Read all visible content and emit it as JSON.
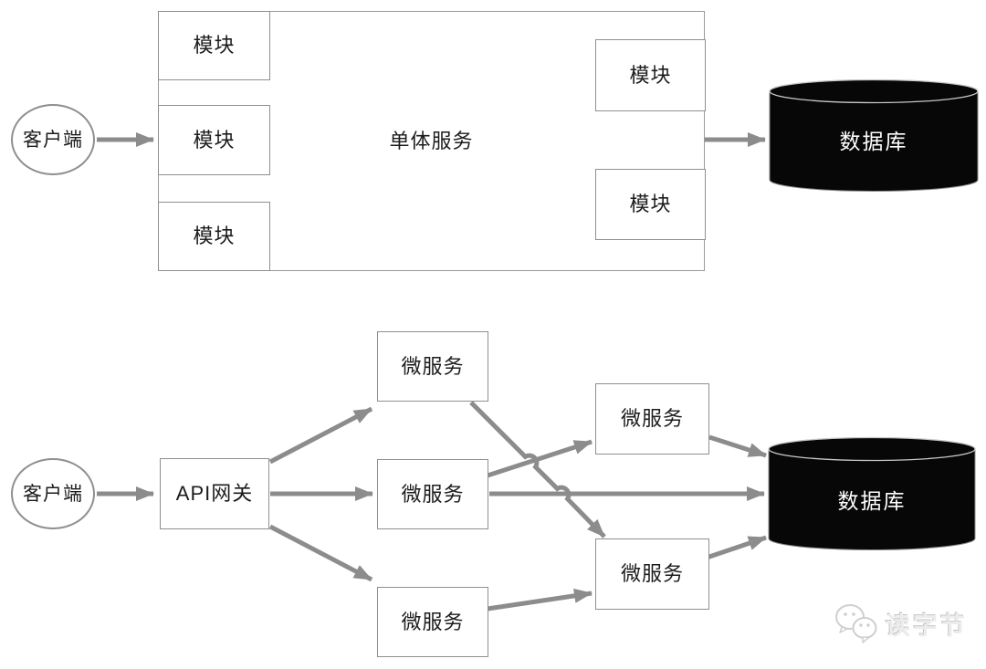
{
  "top": {
    "client": "客户端",
    "monolith": "单体服务",
    "modules": [
      "模块",
      "模块",
      "模块",
      "模块",
      "模块"
    ],
    "database": "数据库"
  },
  "bottom": {
    "client": "客户端",
    "gateway": "API网关",
    "services": [
      "微服务",
      "微服务",
      "微服务",
      "微服务",
      "微服务"
    ],
    "database": "数据库"
  },
  "watermark": {
    "text": "读字节"
  },
  "colors": {
    "arrow": "#8c8c8c",
    "border": "#8f8f8f",
    "text": "#1c1c1c",
    "cylinder": "#070707",
    "cylinder_text": "#ffffff",
    "watermark": "#dedede"
  }
}
